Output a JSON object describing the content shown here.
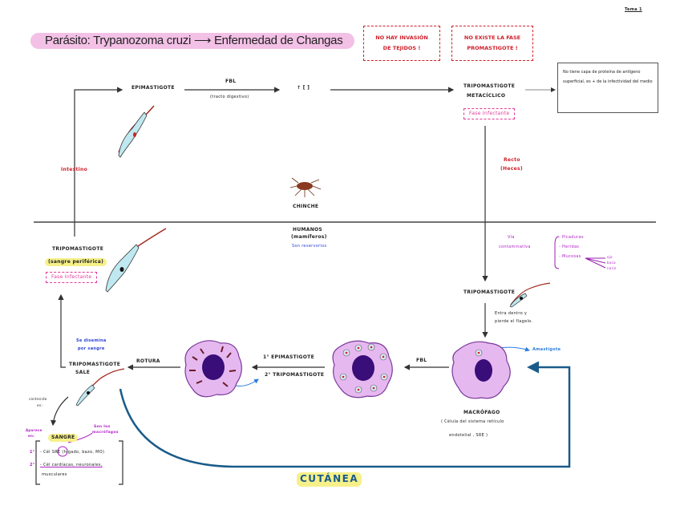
{
  "page_label": "Tema 1",
  "title": {
    "left": "Parásito: Trypanozoma cruzi",
    "right": "Enfermedad de Changas"
  },
  "warnings": [
    {
      "line1": "NO HAY INVASIÓN",
      "line2": "DE TEJIDOS !"
    },
    {
      "line1": "NO EXISTE LA FASE",
      "line2": "PROMASTIGOTE !"
    }
  ],
  "info_box": "No tiene capa de proteína de antígeno superficial, es + de la infectividad del medio",
  "vector": {
    "epimastigote": "EPIMASTIGOTE",
    "fbl": "FBL",
    "fbl_note": "(tracto digestivo)",
    "increase": "↑ [ ]",
    "metacyclic_line1": "TRIPOMASTIGOTE",
    "metacyclic_line2": "METACÍCLICO",
    "infective_phase": "Fase Infectante",
    "intestine": "Intestino",
    "rectum_line1": "Recto",
    "rectum_line2": "(Heces)",
    "bug_label": "CHINCHE"
  },
  "host": {
    "humans_line1": "HUMANOS",
    "humans_line2": "(mamíferos)",
    "reservoirs": "Son reservorios",
    "blood_trypo": "TRIPOMASTIGOTE",
    "peripheral_blood": "(sangre periférica)",
    "infective_phase": "Fase Infectante",
    "route_line1": "Vía",
    "route_line2": "contaminativa",
    "routes": [
      "- Picaduras",
      "- Heridas",
      "- Mucosas"
    ],
    "mucosa_sites": [
      "ojo",
      "boca",
      "nariz"
    ],
    "trypo": "TRIPOMASTIGOTE",
    "enters_line1": "Entra dentro y",
    "enters_line2": "pierde el flagelo.",
    "amastigote": "Amastigote",
    "macrophage": "MACRÓFAGO",
    "macrophage_note_line1": "( Célula del sistema retículo",
    "macrophage_note_line2": "endotelial , SRE )",
    "fbl": "FBL",
    "step1": "1° EPIMASTIGOTE",
    "step2": "2° TRIPOMASTIGOTE",
    "rupture": "ROTURA",
    "spread_line1": "Se disemina",
    "spread_line2": "por sangre",
    "exit_line1": "TRIPOMASTIGOTE",
    "exit_line2": "SALE",
    "contained_line1": "contenido",
    "contained_line2": "en:",
    "appears_line1": "Aparece",
    "appears_line2": "en:",
    "blood": "SANGRE",
    "macrophages_note_line1": "Son los",
    "macrophages_note_line2": "macrófagos",
    "targets": [
      {
        "order": "1°",
        "text": "- Cél SRE (hígado, bazo, MO)"
      },
      {
        "order": "2°",
        "text": "- Cél cardíacas, neuronales,",
        "text2": "musculares"
      }
    ],
    "cutaneous": "CUTÁNEA"
  },
  "colors": {
    "title_bg": "#f3c0e6",
    "warning": "#d0202a",
    "cell": "#e6b8f0",
    "nucleus": "#3a0e78",
    "cutaneous_route": "#1a5b8a",
    "highlight": "#f6f08a"
  }
}
